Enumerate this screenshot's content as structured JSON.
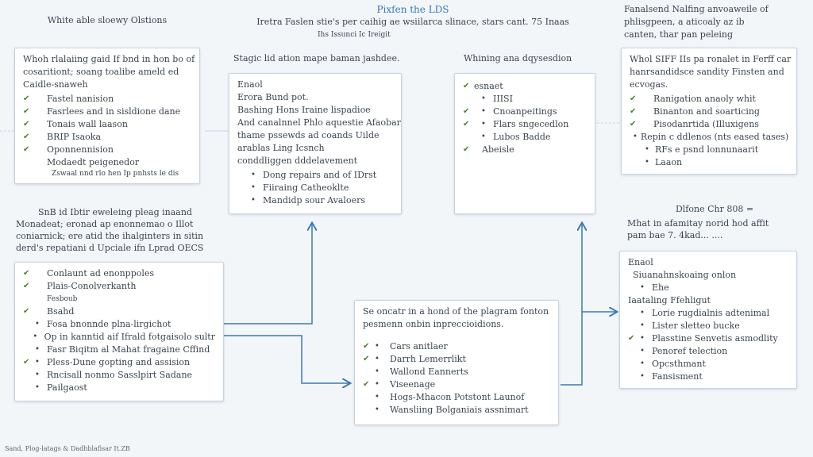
{
  "header": {
    "title": "Pixfen the LDS",
    "subtitle": "Iretra Faslen stie's per caihig ae wsiilarca slinace, stars cant. 75 Inaas",
    "note": "Ihs Issunci Ic Ireigit"
  },
  "left_heading": "White able sloewy Olstions",
  "right_heading": [
    "Fanalsend Nalfing anvoaweile of",
    "phlisgpeen, a aticoaly az ib",
    "canten, thar pan peleing"
  ],
  "mid_left_heading": [
    "SnB id Ibtir eweleing pleag inaand",
    "Monadeat; eronad ap enonnemao o Illot",
    "coniarnick; ere atid the ihalginters in sitin",
    "derd's repatiani d Upciale ifn Lprad OECS"
  ],
  "mid_right_heading": [
    "Dlfone Chr 808 ="
  ],
  "cards": {
    "top_left": {
      "intro": [
        "Whoh rlalaiing gaid If bnd in hon bo of",
        "cosaritiont; soang toalibe ameld ed",
        "Caidle-snaweh"
      ],
      "items": [
        {
          "mark": "check",
          "text": "Fastel nanision"
        },
        {
          "mark": "check",
          "text": "Fasrlees and in sisldione dane"
        },
        {
          "mark": "check",
          "text": "Tonais wall laason"
        },
        {
          "mark": "check",
          "text": "BRIP Isaoka"
        },
        {
          "mark": "check",
          "text": "Oponnennision"
        }
      ],
      "tail": [
        "Modaedt peigenedor",
        "Zswaal nnd rlo hen Ip pnhsts le dis"
      ]
    },
    "top_mid": {
      "heading": "Stagic lid ation mape baman jashdee.",
      "intro": [
        "Enaol",
        "Erora Bund pot.",
        "Bashing Hons Iraine lispadioe",
        "And canalnnel Phlo aquestie Afaobard",
        "thame pssewds ad coands Uilde",
        "arablas Ling Icsnch",
        "conddliggen dddelavement"
      ],
      "items": [
        {
          "mark": "bullet",
          "text": "Dong repairs and of IDrst"
        },
        {
          "mark": "bullet",
          "text": "Fiiraing Catheoklte"
        },
        {
          "mark": "bullet",
          "text": "Mandidp sour Avaloers"
        }
      ]
    },
    "top_right_mid": {
      "heading": "Whining ana dqysesdion",
      "items": [
        {
          "mark": "check",
          "text": "esnaet"
        },
        {
          "mark": "bullet",
          "text": "IIISI",
          "level": 2
        },
        {
          "mark": "check",
          "text": "Cnoanpeitings",
          "level": 2
        },
        {
          "mark": "check",
          "text": "Flars sngecedlon",
          "level": 2
        },
        {
          "mark": "bullet",
          "text": "Lubos Badde",
          "level": 2
        },
        {
          "mark": "check",
          "text": "Abeisle"
        }
      ]
    },
    "top_right": {
      "intro": [
        "Whol SIFF IIs pa ronalet in Ferff car",
        "hanrsandidsce sandity Finsten and",
        "ecvogas."
      ],
      "items": [
        {
          "mark": "check",
          "text": "Ranigation anaoly whit"
        },
        {
          "mark": "check",
          "text": "Binanton and soarticing"
        },
        {
          "mark": "check",
          "text": "Pisodanrtida (Illuxigens"
        },
        {
          "mark": "bullet",
          "text": "Repin c ddlenos (nts eased tases)"
        },
        {
          "mark": "bullet",
          "text": "RFs e psnd lonnunaarit"
        },
        {
          "mark": "bullet",
          "text": "Laaon"
        }
      ]
    },
    "mid_left": {
      "items": [
        {
          "mark": "check",
          "text": "Conlaunt ad enonppoles"
        },
        {
          "mark": "check",
          "text": "Plais-Conolverkanth"
        },
        {
          "mark": "none",
          "text": "Fesboub"
        },
        {
          "mark": "check",
          "text": "Bsahd"
        },
        {
          "mark": "bullet",
          "text": "Fosa bnonnde plna-lirgichot"
        },
        {
          "mark": "bullet",
          "text": "Op in kanntid aif Ifrald fotgaisolo sultr"
        },
        {
          "mark": "bullet",
          "text": "Fasr Biqitm al Mahat fragaine Cffind"
        },
        {
          "mark": "check",
          "text": "Pless-Dune gopting and assision"
        },
        {
          "mark": "bullet",
          "text": "Rncisall nonmo Sasslpirt Sadane"
        },
        {
          "mark": "bullet",
          "text": "Pailgaost"
        }
      ]
    },
    "bottom_mid": {
      "intro": [
        "Se oncatr in a hond of the plagram fonton",
        "pesmenn onbin inpreccioidions."
      ],
      "items": [
        {
          "mark": "check",
          "text": "Cars anitlaer"
        },
        {
          "mark": "check",
          "text": "Darrh Lemerrlikt"
        },
        {
          "mark": "bullet",
          "text": "Wallond Eannerts"
        },
        {
          "mark": "check",
          "text": "Viseenage"
        },
        {
          "mark": "bullet",
          "text": "Hogs-Mhacon Potstont Launof"
        },
        {
          "mark": "bullet",
          "text": "Wansliing Bolganiais assnimart"
        }
      ]
    },
    "mid_right": {
      "heading": [
        "Mhat in afamitay norid hod affit",
        "pam bae 7. 4kad... ...."
      ],
      "intro": [
        "Enaol",
        "Siuanahnskoaing onlon"
      ],
      "items_a": [
        {
          "mark": "bullet",
          "text": "Ehe"
        }
      ],
      "intro2": "Iaataling Ffehligut",
      "items_b": [
        {
          "mark": "bullet",
          "text": "Lorie rugdialnis adtenimal"
        },
        {
          "mark": "bullet",
          "text": "Lister sletteo bucke"
        },
        {
          "mark": "check",
          "text": "Plasstine Senvetis asmodlity"
        },
        {
          "mark": "bullet",
          "text": "Penoref telection"
        },
        {
          "mark": "bullet",
          "text": "Opcsthmant"
        },
        {
          "mark": "bullet",
          "text": "Fansisment"
        }
      ]
    }
  },
  "footer": "Sand, Plog-latags & Dadhblafisar It.ZB",
  "colors": {
    "connector": "#3a78b8",
    "check": "#4f7f2d",
    "faint": "#c7d6e6"
  }
}
